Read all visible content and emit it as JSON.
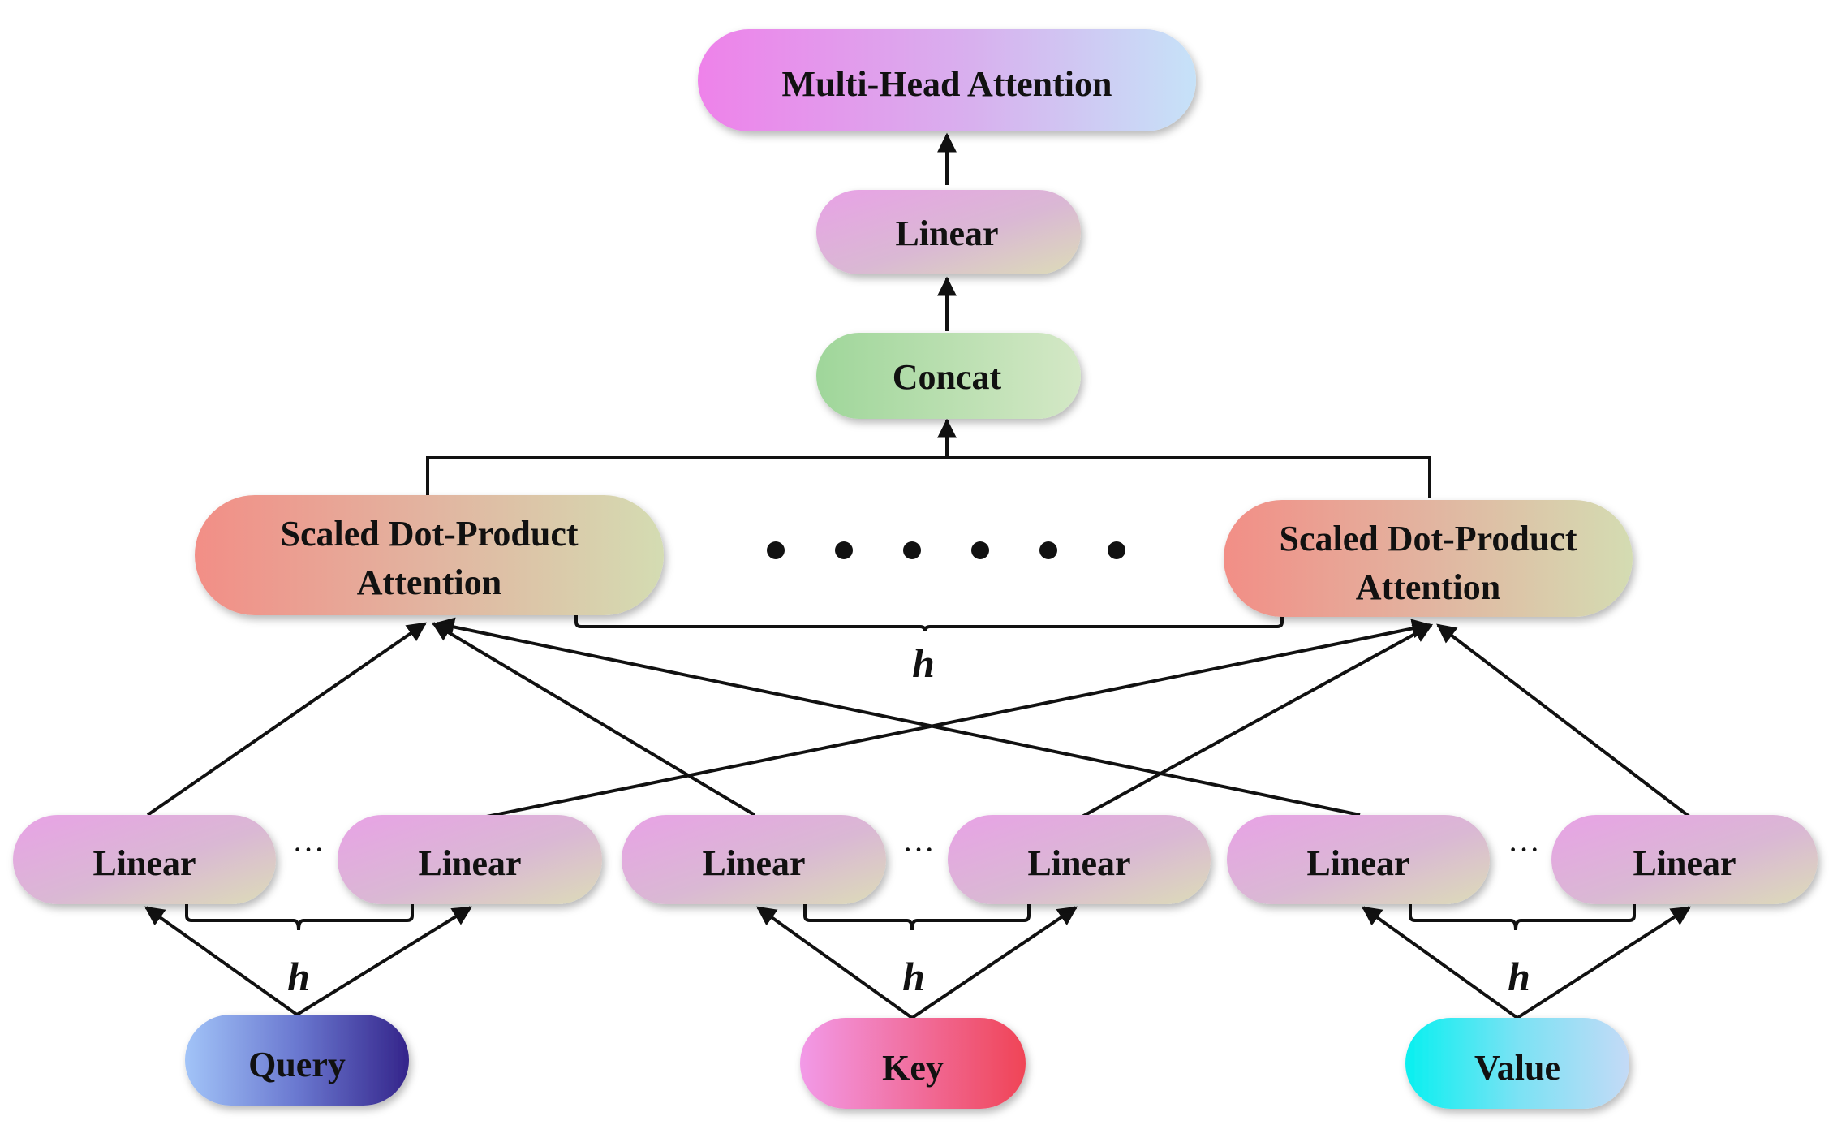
{
  "nodes": {
    "multi_head_attention": "Multi-Head Attention",
    "linear_top": "Linear",
    "concat": "Concat",
    "sdpa_left_line1": "Scaled Dot-Product",
    "sdpa_left_line2": "Attention",
    "sdpa_right_line1": "Scaled Dot-Product",
    "sdpa_right_line2": "Attention",
    "linear": "Linear",
    "query": "Query",
    "key": "Key",
    "value": "Value"
  },
  "labels": {
    "h": "h",
    "row_ellipsis": "···"
  },
  "colors": {
    "multi_head_attention": [
      "#ee88ee",
      "#c8e0f6"
    ],
    "linear": [
      "#e9a6e6",
      "#dcdcbc"
    ],
    "concat": [
      "#a6d8a0",
      "#d6e8c8"
    ],
    "sdpa": [
      "#f0948c",
      "#d6dcb4"
    ],
    "query": [
      "#9cc0f6",
      "#3a2a90"
    ],
    "key": [
      "#f098e8",
      "#f04858"
    ],
    "value": [
      "#10f0f0",
      "#c0d8f6"
    ]
  }
}
